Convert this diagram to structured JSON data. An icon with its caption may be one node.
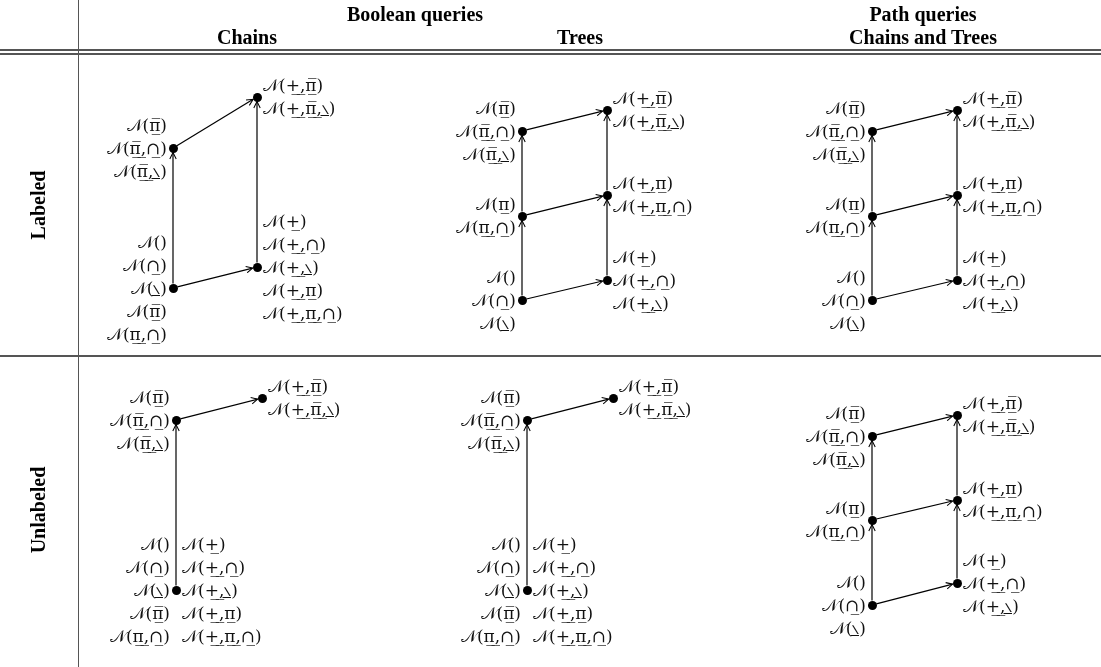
{
  "diagram": {
    "nodes": [
      {
        "text": [],
        "shape": "circle",
        "beside": [
          "𝒩(π̲̅)",
          "𝒩(π̲̅,̲∩̲)",
          "𝒩(π̲̅,̲∖̲)"
        ]
      },
      {
        "text": [],
        "shape": "circle",
        "beside": [
          "𝒩(+̲,̲π̲̅)",
          "𝒩(+̲,̲π̲̅,̲∖̲)"
        ]
      },
      {
        "text": [],
        "shape": "circle",
        "beside": [
          "𝒩()",
          "𝒩(∩̲)",
          "𝒩(∖̲)",
          "𝒩(π̲̅)",
          "𝒩(π̲,̲∩̲)"
        ]
      },
      {
        "text": [],
        "shape": "circle",
        "beside": [
          "𝒩(+̲)",
          "𝒩(+̲,̲∩̲)",
          "𝒩(+̲,̲∖̲)",
          "𝒩(+̲,̲π̲)",
          "𝒩(+̲,̲π̲,̲∩̲)"
        ]
      },
      {
        "text": [],
        "shape": "circle",
        "beside": [
          "𝒩(π̲̅)",
          "𝒩(π̲̅,̲∩̲)",
          "𝒩(π̲̅,̲∖̲)"
        ]
      },
      {
        "text": [],
        "shape": "circle",
        "beside": [
          "𝒩(+̲,̲π̲̅)",
          "𝒩(+̲,̲π̲̅,̲∖̲)"
        ]
      },
      {
        "text": [],
        "shape": "circle",
        "beside": [
          "𝒩(π̲)",
          "𝒩(π̲,̲∩̲)"
        ]
      },
      {
        "text": [],
        "shape": "circle",
        "beside": [
          "𝒩(+̲,̲π̲)",
          "𝒩(+̲,̲π̲,̲∩̲)"
        ]
      },
      {
        "text": [],
        "shape": "circle",
        "beside": [
          "𝒩()",
          "𝒩(∩̲)",
          "𝒩(∖̲)"
        ]
      },
      {
        "text": [],
        "shape": "circle",
        "beside": [
          "𝒩(+̲)",
          "𝒩(+̲,̲∩̲)",
          "𝒩(+̲,̲∖̲)"
        ]
      },
      {
        "text": [],
        "shape": "circle",
        "beside": [
          "𝒩(π̲̅)",
          "𝒩(π̲̅,̲∩̲)",
          "𝒩(π̲̅,̲∖̲)"
        ]
      },
      {
        "text": [],
        "shape": "circle",
        "beside": [
          "𝒩(+̲,̲π̲̅)",
          "𝒩(+̲,̲π̲̅,̲∖̲)"
        ]
      },
      {
        "text": [],
        "shape": "circle",
        "beside": [
          "𝒩(π̲)",
          "𝒩(π̲,̲∩̲)"
        ]
      },
      {
        "text": [],
        "shape": "circle",
        "beside": [
          "𝒩(+̲,̲π̲)",
          "𝒩(+̲,̲π̲,̲∩̲)"
        ]
      },
      {
        "text": [],
        "shape": "circle",
        "beside": [
          "𝒩()",
          "𝒩(∩̲)",
          "𝒩(∖̲)"
        ]
      },
      {
        "text": [],
        "shape": "circle",
        "beside": [
          "𝒩(+̲)",
          "𝒩(+̲,̲∩̲)",
          "𝒩(+̲,̲∖̲)"
        ]
      },
      {
        "text": [],
        "shape": "circle",
        "beside": [
          "𝒩(π̲̅)",
          "𝒩(π̲̅,̲∩̲)",
          "𝒩(π̲̅,̲∖̲)"
        ]
      },
      {
        "text": [],
        "shape": "circle",
        "beside": [
          "𝒩(+̲,̲π̲̅)",
          "𝒩(+̲,̲π̲̅,̲∖̲)"
        ]
      },
      {
        "text": [],
        "shape": "circle",
        "beside": [
          "𝒩()",
          "𝒩(∩̲)",
          "𝒩(∖̲)",
          "𝒩(π̲̅)",
          "𝒩(π̲,̲∩̲)",
          "𝒩(+̲)",
          "𝒩(+̲,̲∩̲)",
          "𝒩(+̲,̲∖̲)",
          "𝒩(+̲,̲π̲)",
          "𝒩(+̲,̲π̲,̲∩̲)"
        ]
      },
      {
        "text": [],
        "shape": "circle",
        "beside": [
          "𝒩(π̲̅)",
          "𝒩(π̲̅,̲∩̲)",
          "𝒩(π̲̅,̲∖̲)"
        ]
      },
      {
        "text": [],
        "shape": "circle",
        "beside": [
          "𝒩(+̲,̲π̲̅)",
          "𝒩(+̲,̲π̲̅,̲∖̲)"
        ]
      },
      {
        "text": [],
        "shape": "circle",
        "beside": [
          "𝒩()",
          "𝒩(∩̲)",
          "𝒩(∖̲)",
          "𝒩(π̲̅)",
          "𝒩(π̲,̲∩̲)",
          "𝒩(+̲)",
          "𝒩(+̲,̲∩̲)",
          "𝒩(+̲,̲∖̲)",
          "𝒩(+̲,̲π̲)",
          "𝒩(+̲,̲π̲,̲∩̲)"
        ]
      },
      {
        "text": [],
        "shape": "circle",
        "beside": [
          "𝒩(π̲̅)",
          "𝒩(π̲̅,̲∩̲)",
          "𝒩(π̲̅,̲∖̲)"
        ]
      },
      {
        "text": [],
        "shape": "circle",
        "beside": [
          "𝒩(+̲,̲π̲̅)",
          "𝒩(+̲,̲π̲̅,̲∖̲)"
        ]
      },
      {
        "text": [],
        "shape": "circle",
        "beside": [
          "𝒩(π̲)",
          "𝒩(π̲,̲∩̲)"
        ]
      },
      {
        "text": [],
        "shape": "circle",
        "beside": [
          "𝒩(+̲,̲π̲)",
          "𝒩(+̲,̲π̲,̲∩̲)"
        ]
      },
      {
        "text": [],
        "shape": "circle",
        "beside": [
          "𝒩()",
          "𝒩(∩̲)",
          "𝒩(∖̲)"
        ]
      },
      {
        "text": [],
        "shape": "circle",
        "beside": [
          "𝒩(+̲)",
          "𝒩(+̲,̲∩̲)",
          "𝒩(+̲,̲∖̲)"
        ]
      }
    ],
    "edges": [
      {
        "from": 2,
        "to": 0,
        "arrow": "to"
      },
      {
        "from": 0,
        "to": 1,
        "arrow": "to"
      },
      {
        "from": 2,
        "to": 3,
        "arrow": "to"
      },
      {
        "from": 3,
        "to": 1,
        "arrow": "to"
      },
      {
        "from": 8,
        "to": 6,
        "arrow": "to"
      },
      {
        "from": 6,
        "to": 4,
        "arrow": "to"
      },
      {
        "from": 4,
        "to": 5,
        "arrow": "to"
      },
      {
        "from": 6,
        "to": 7,
        "arrow": "to"
      },
      {
        "from": 8,
        "to": 9,
        "arrow": "to"
      },
      {
        "from": 9,
        "to": 7,
        "arrow": "to"
      },
      {
        "from": 7,
        "to": 5,
        "arrow": "to"
      },
      {
        "from": 14,
        "to": 12,
        "arrow": "to"
      },
      {
        "from": 12,
        "to": 10,
        "arrow": "to"
      },
      {
        "from": 10,
        "to": 11,
        "arrow": "to"
      },
      {
        "from": 12,
        "to": 13,
        "arrow": "to"
      },
      {
        "from": 14,
        "to": 15,
        "arrow": "to"
      },
      {
        "from": 15,
        "to": 13,
        "arrow": "to"
      },
      {
        "from": 13,
        "to": 11,
        "arrow": "to"
      },
      {
        "from": 18,
        "to": 16,
        "arrow": "to"
      },
      {
        "from": 16,
        "to": 17,
        "arrow": "to"
      },
      {
        "from": 21,
        "to": 19,
        "arrow": "to"
      },
      {
        "from": 19,
        "to": 20,
        "arrow": "to"
      },
      {
        "from": 26,
        "to": 24,
        "arrow": "to"
      },
      {
        "from": 24,
        "to": 22,
        "arrow": "to"
      },
      {
        "from": 22,
        "to": 23,
        "arrow": "to"
      },
      {
        "from": 24,
        "to": 25,
        "arrow": "to"
      },
      {
        "from": 26,
        "to": 27,
        "arrow": "to"
      },
      {
        "from": 27,
        "to": 25,
        "arrow": "to"
      },
      {
        "from": 25,
        "to": 23,
        "arrow": "to"
      }
    ],
    "labels": [
      "Boolean queries",
      "Path queries",
      "Chains",
      "Trees",
      "Chains and Trees",
      "Labeled",
      "Unlabeled"
    ]
  }
}
